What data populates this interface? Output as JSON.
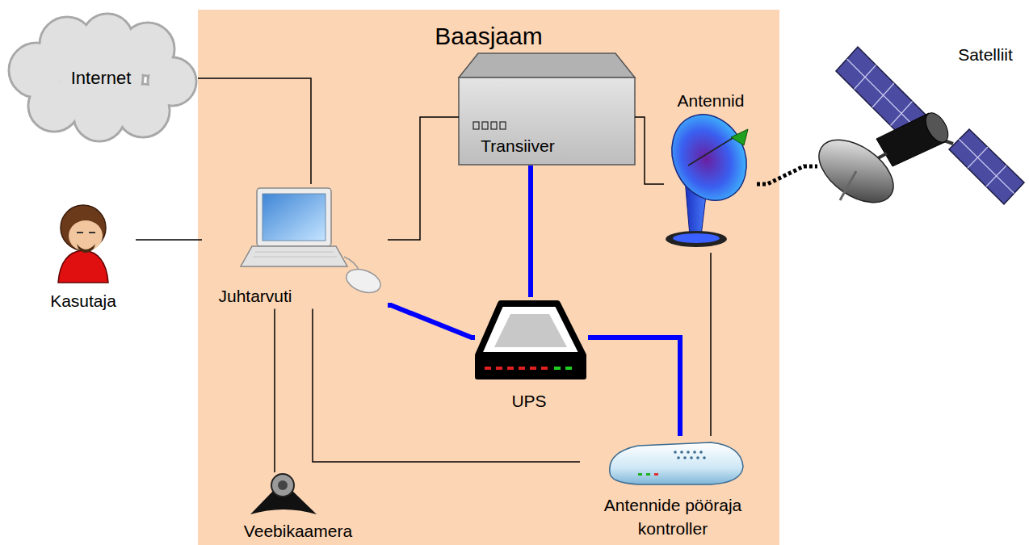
{
  "diagram": {
    "nodes": [
      {
        "text": [
          "Baasjaam"
        ]
      },
      {
        "text": [
          "Internet"
        ]
      },
      {
        "text": [
          "Transiiver"
        ],
        "in": 0
      },
      {
        "text": [
          "Antennid"
        ],
        "in": 0
      },
      {
        "text": [
          "Satelliit"
        ]
      },
      {
        "text": [
          "Kasutaja"
        ]
      },
      {
        "text": [
          "Juhtarvuti"
        ],
        "in": 0
      },
      {
        "text": [
          "UPS"
        ],
        "in": 0
      },
      {
        "text": [
          "Antennide pööraja kontroller"
        ],
        "in": 0
      },
      {
        "text": [
          "Veebikaamera"
        ],
        "in": 0
      }
    ],
    "edges": [
      {
        "from": 1,
        "to": 6,
        "arrow": "none"
      },
      {
        "from": 2,
        "to": 3,
        "arrow": "none"
      },
      {
        "from": 3,
        "to": 4,
        "arrow": "none"
      },
      {
        "from": 5,
        "to": 6,
        "arrow": "none"
      },
      {
        "from": 6,
        "to": 2,
        "arrow": "none"
      },
      {
        "from": 2,
        "to": 7,
        "arrow": "none"
      },
      {
        "from": 6,
        "to": 7,
        "arrow": "none"
      },
      {
        "from": 7,
        "to": 8,
        "arrow": "none"
      },
      {
        "from": 8,
        "to": 3,
        "arrow": "none"
      },
      {
        "from": 6,
        "to": 9,
        "arrow": "none"
      },
      {
        "from": 6,
        "to": 8,
        "arrow": "none"
      }
    ]
  }
}
